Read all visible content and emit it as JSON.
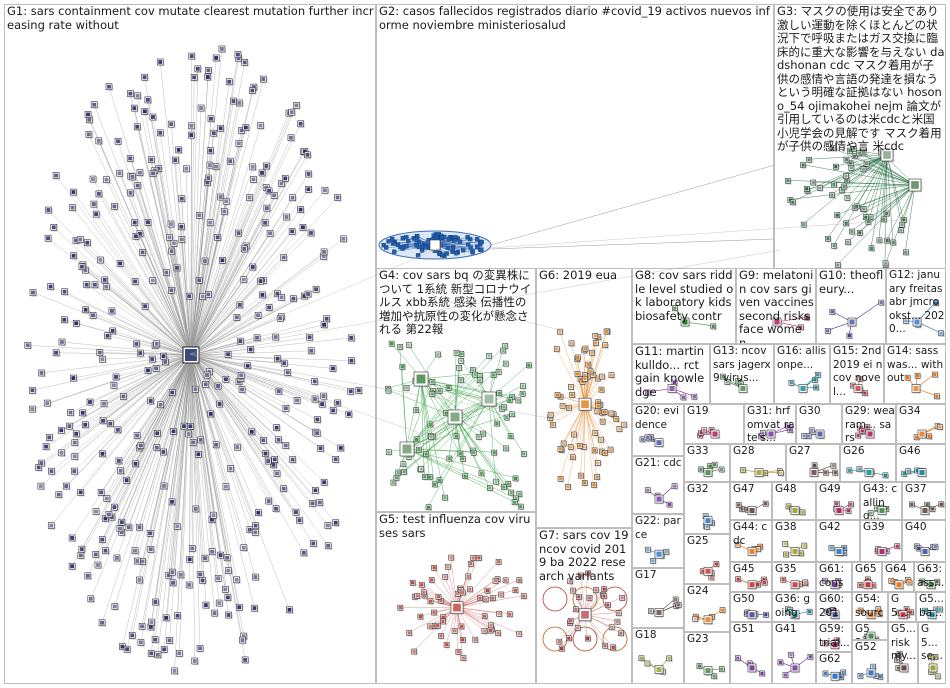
{
  "groups": [
    {
      "id": "G1",
      "text": "G1: sars containment cov mutate clearest mutation further increasing rate without"
    },
    {
      "id": "G2",
      "text": "G2: casos fallecidos registrados diario #covid_19 activos nuevos informe noviembre ministeriosalud"
    },
    {
      "id": "G3",
      "text": "G3: マスクの使用は安全であり 激しい運動を除くほとんどの状況下で呼吸またはガス交換に臨床的に重大な影響を与えない dadshonan cdc マスク着用が子供の感情や言語の発達を損なうという明確な証拠はない hosono_54 ojimakohei nejm 論文が引用しているのは米cdcと米国小児学会の見解です マスク着用が子供の感情や言 米cdc"
    },
    {
      "id": "G4",
      "text": "G4: cov sars bq の変異株について 1系統 新型コロナウイルス xbb系統 感染 伝播性の増加や抗原性の変化が懸念される 第22報"
    },
    {
      "id": "G5",
      "text": "G5: test influenza cov viruses sars"
    },
    {
      "id": "G6",
      "text": "G6: 2019 eua"
    },
    {
      "id": "G7",
      "text": "G7: sars cov 19 ncov covid 2019 ba 2022 research variants"
    },
    {
      "id": "G8",
      "text": "G8: cov sars riddle level studied ok laboratory kids biosafety contr"
    },
    {
      "id": "G9",
      "text": "G9: melatonin cov sars given vaccines second risks face women..."
    },
    {
      "id": "G10",
      "text": "G10: theofleury..."
    },
    {
      "id": "G11",
      "text": "G11: martinkulldo... rct gain knowledge"
    },
    {
      "id": "G12",
      "text": "G12: january freitasabr jmcrookst... 2020..."
    },
    {
      "id": "G13",
      "text": "G13: ncov sars jagerx9 virus..."
    },
    {
      "id": "G14",
      "text": "G14: sasswas... without"
    },
    {
      "id": "G15",
      "text": "G15: 2nd 2019 ei ncov novel..."
    },
    {
      "id": "G16",
      "text": "G16: allisonpe..."
    },
    {
      "id": "G17",
      "text": "G17"
    },
    {
      "id": "G18",
      "text": "G18"
    },
    {
      "id": "G19",
      "text": "G19"
    },
    {
      "id": "G20",
      "text": "G20: evidence"
    },
    {
      "id": "G21",
      "text": "G21: cdc"
    },
    {
      "id": "G22",
      "text": "G22: par ce"
    },
    {
      "id": "G23",
      "text": "G23"
    },
    {
      "id": "G24",
      "text": "G24"
    },
    {
      "id": "G25",
      "text": "G25"
    },
    {
      "id": "G26",
      "text": "G26"
    },
    {
      "id": "G27",
      "text": "G27"
    },
    {
      "id": "G28",
      "text": "G28"
    },
    {
      "id": "G29",
      "text": "G29: wearam... sars"
    },
    {
      "id": "G30",
      "text": "G30"
    },
    {
      "id": "G31",
      "text": "G31: hrf omvat rate's..."
    },
    {
      "id": "G32",
      "text": "G32"
    },
    {
      "id": "G33",
      "text": "G33"
    },
    {
      "id": "G34",
      "text": "G34"
    },
    {
      "id": "G35",
      "text": "G35"
    },
    {
      "id": "G36",
      "text": "G36: going"
    },
    {
      "id": "G37",
      "text": "G37"
    },
    {
      "id": "G38",
      "text": "G38"
    },
    {
      "id": "G39",
      "text": "G39"
    },
    {
      "id": "G40",
      "text": "G40"
    },
    {
      "id": "G41",
      "text": "G41"
    },
    {
      "id": "G42",
      "text": "G42"
    },
    {
      "id": "G43",
      "text": "G43: calling..."
    },
    {
      "id": "G44",
      "text": "G44: cdc"
    },
    {
      "id": "G45",
      "text": "G45"
    },
    {
      "id": "G46",
      "text": "G46"
    },
    {
      "id": "G47",
      "text": "G47"
    },
    {
      "id": "G48",
      "text": "G48"
    },
    {
      "id": "G49",
      "text": "G49"
    },
    {
      "id": "G50",
      "text": "G50"
    },
    {
      "id": "G51",
      "text": "G51"
    },
    {
      "id": "G52",
      "text": "G52"
    },
    {
      "id": "G53",
      "text": "G53:..."
    },
    {
      "id": "G54",
      "text": "G54: source"
    },
    {
      "id": "G55",
      "text": "G5... var..."
    },
    {
      "id": "G56",
      "text": "G5... ba..."
    },
    {
      "id": "G57",
      "text": "G5... risk my..."
    },
    {
      "id": "G58",
      "text": "G5... se..."
    },
    {
      "id": "G59",
      "text": "G59: trial..."
    },
    {
      "id": "G60",
      "text": "G60: 2019..."
    },
    {
      "id": "G61",
      "text": "G61: const..."
    },
    {
      "id": "G62",
      "text": "G62"
    },
    {
      "id": "G63",
      "text": "G63: ass..."
    },
    {
      "id": "G64",
      "text": "G64"
    },
    {
      "id": "G65",
      "text": "G65"
    }
  ],
  "colors": {
    "background": "#ffffff",
    "panel_border": "#bdbdbd",
    "edge": "#9a9a9a",
    "G1_node": "#2b2d6e",
    "G2_node": "#1f5fb0",
    "G3_node": "#1e6b3a",
    "G4_node": "#2e9e3e",
    "G5_node": "#c0392b",
    "G6_node": "#e07b10",
    "G7_node": "#b03030",
    "G8_node": "#2e7d32",
    "small_node_palette": [
      "#6a1b9a",
      "#1565c0",
      "#2e7d32",
      "#ef6c00",
      "#c62828",
      "#00838f",
      "#5d4037",
      "#9e9d24",
      "#ad1457",
      "#283593"
    ]
  }
}
